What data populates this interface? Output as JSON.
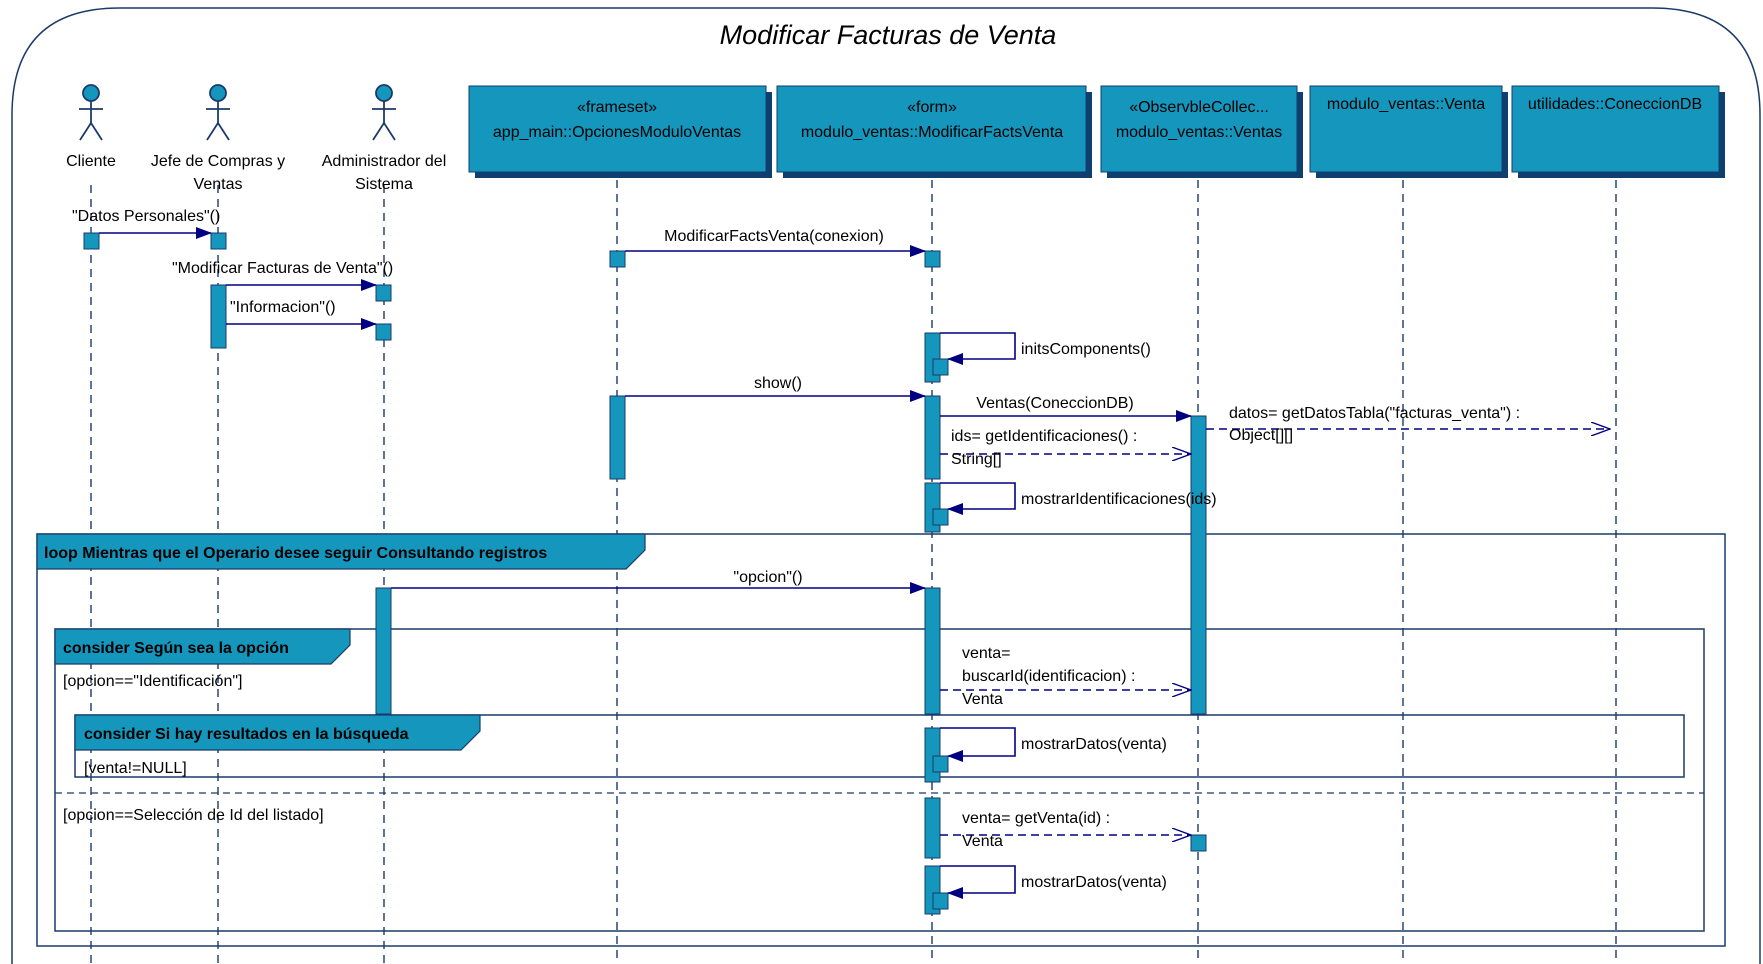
{
  "title": "Modificar Facturas de Venta",
  "colors": {
    "frame": "#1b3a6b",
    "box_fill": "#1496bd",
    "box_shadow": "#0f3f6e",
    "activation": "#1496bd",
    "message": "#000080",
    "fragment_header": "#1496bd"
  },
  "actors": [
    {
      "icon": "stick-figure-icon",
      "label_lines": [
        "Cliente"
      ]
    },
    {
      "icon": "stick-figure-icon",
      "label_lines": [
        "Jefe de Compras y",
        "Ventas"
      ]
    },
    {
      "icon": "stick-figure-icon",
      "label_lines": [
        "Administrador del",
        "Sistema"
      ]
    }
  ],
  "objects": [
    {
      "stereotype": "«frameset»",
      "name": "app_main::OpcionesModuloVentas"
    },
    {
      "stereotype": "«form»",
      "name": "modulo_ventas::ModificarFactsVenta"
    },
    {
      "stereotype": "«ObservbleCollec...",
      "name": "modulo_ventas::Ventas"
    },
    {
      "stereotype": "",
      "name": "modulo_ventas::Venta"
    },
    {
      "stereotype": "",
      "name": "utilidades::ConeccionDB"
    }
  ],
  "messages": [
    {
      "lines": [
        "\"Datos Personales\"()"
      ],
      "kind": "sync"
    },
    {
      "lines": [
        "ModificarFactsVenta(conexion)"
      ],
      "kind": "sync"
    },
    {
      "lines": [
        "\"Modificar Facturas de Venta\"()"
      ],
      "kind": "sync"
    },
    {
      "lines": [
        "\"Informacion\"()"
      ],
      "kind": "sync"
    },
    {
      "lines": [
        "initsComponents()"
      ],
      "kind": "self"
    },
    {
      "lines": [
        "show()"
      ],
      "kind": "sync"
    },
    {
      "lines": [
        "Ventas(ConeccionDB)"
      ],
      "kind": "sync"
    },
    {
      "lines": [
        "datos= getDatosTabla(\"facturas_venta\") :",
        "Object[][]"
      ],
      "kind": "async"
    },
    {
      "lines": [
        "ids= getIdentificaciones() :",
        "String[]"
      ],
      "kind": "async"
    },
    {
      "lines": [
        "mostrarIdentificaciones(ids)"
      ],
      "kind": "self"
    },
    {
      "lines": [
        "\"opcion\"()"
      ],
      "kind": "sync"
    },
    {
      "lines": [
        "venta=",
        "buscarId(identificacion) :",
        "Venta"
      ],
      "kind": "async"
    },
    {
      "lines": [
        "mostrarDatos(venta)"
      ],
      "kind": "self"
    },
    {
      "lines": [
        "venta= getVenta(id) :",
        "Venta"
      ],
      "kind": "async"
    },
    {
      "lines": [
        "mostrarDatos(venta)"
      ],
      "kind": "self"
    }
  ],
  "fragments": [
    {
      "label": "loop Mientras que el Operario desee seguir Consultando registros"
    },
    {
      "label": "consider Según sea la opción"
    },
    {
      "label": "consider Si hay resultados en la búsqueda"
    }
  ],
  "guards": [
    "[opcion==\"Identificación\"]",
    "[venta!=NULL]",
    "[opcion==Selección de Id del listado]"
  ]
}
